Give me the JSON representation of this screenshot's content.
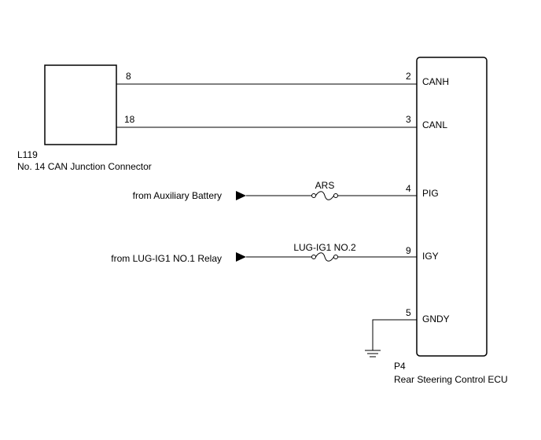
{
  "connector_l119": {
    "code": "L119",
    "name": "No. 14 CAN Junction Connector",
    "pin_canh": "8",
    "pin_canl": "18"
  },
  "ecu_p4": {
    "code": "P4",
    "name": "Rear Steering Control ECU",
    "pins": [
      {
        "number": "2",
        "signal": "CANH"
      },
      {
        "number": "3",
        "signal": "CANL"
      },
      {
        "number": "4",
        "signal": "PIG"
      },
      {
        "number": "9",
        "signal": "IGY"
      },
      {
        "number": "5",
        "signal": "GNDY"
      }
    ]
  },
  "power_inputs": [
    {
      "source": "from Auxiliary Battery",
      "fuse": "ARS"
    },
    {
      "source": "from LUG-IG1 NO.1 Relay",
      "fuse": "LUG-IG1 NO.2"
    }
  ]
}
